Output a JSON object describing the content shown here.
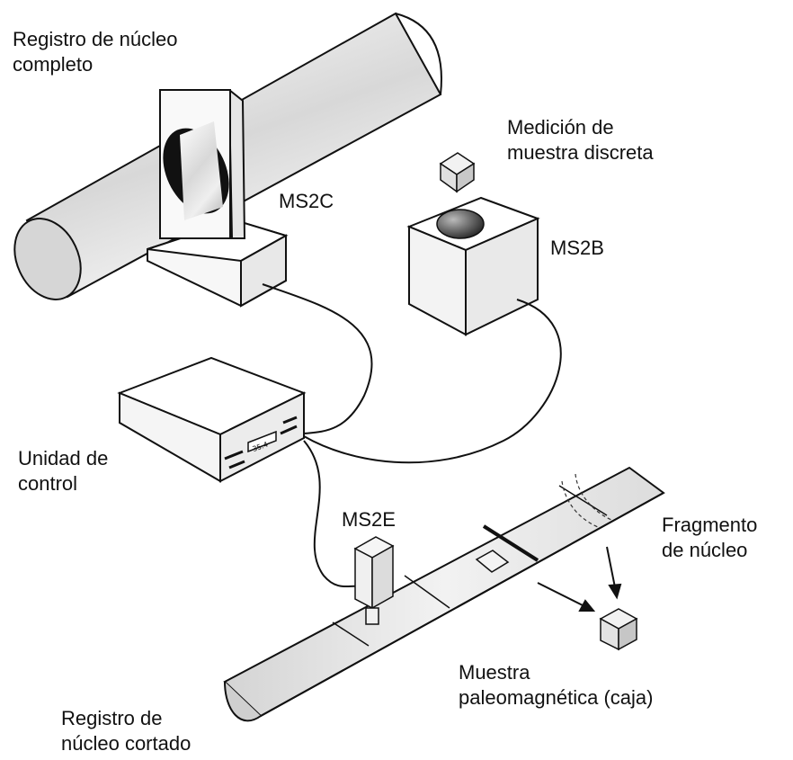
{
  "labels": {
    "whole_core": [
      "Registro de núcleo",
      "completo"
    ],
    "discrete": [
      "Medición de",
      "muestra discreta"
    ],
    "ms2c": "MS2C",
    "ms2b": "MS2B",
    "control_unit": [
      "Unidad de",
      "control"
    ],
    "ms2e": "MS2E",
    "core_fragment": [
      "Fragmento",
      "de núcleo"
    ],
    "paleomag": [
      "Muestra",
      "paleomagnética (caja)"
    ],
    "split_core": [
      "Registro de",
      "núcleo cortado"
    ]
  },
  "display_value": "35.4"
}
